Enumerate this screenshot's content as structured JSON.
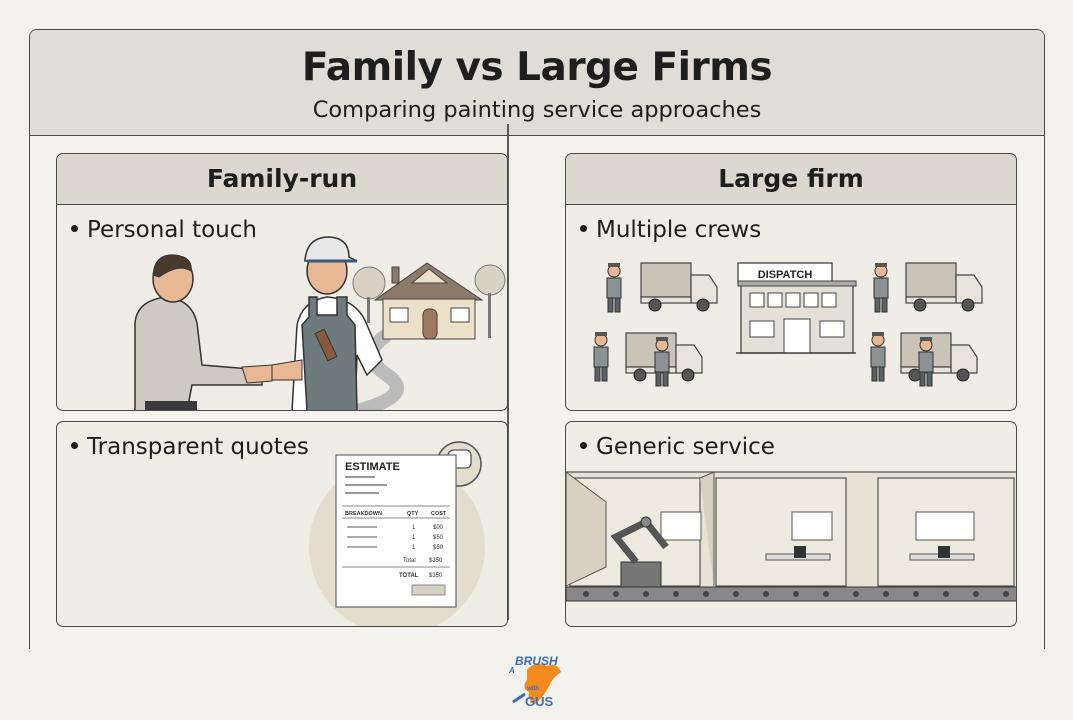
{
  "header": {
    "title": "Family vs Large Firms",
    "subtitle": "Comparing painting service approaches"
  },
  "left": {
    "heading": "Family-run",
    "panel1_label": "Personal touch",
    "panel2_label": "Transparent quotes",
    "estimate": {
      "title": "ESTIMATE",
      "col_item": "BREAKDOWN",
      "col_qty": "QTY",
      "col_cost": "COST",
      "rows": [
        {
          "qty": "1",
          "cost": "$00"
        },
        {
          "qty": "1",
          "cost": "$50"
        },
        {
          "qty": "1",
          "cost": "$50"
        }
      ],
      "total_label": "Total",
      "total_value": "$350",
      "grand_label": "TOTAL",
      "grand_value": "$350"
    }
  },
  "right": {
    "heading": "Large firm",
    "panel1_label": "Multiple crews",
    "panel2_label": "Generic service",
    "dispatch_sign": "DISPATCH"
  },
  "logo": {
    "line1": "BRUSH",
    "line2": "with",
    "line3": "GUS",
    "prefix": "A"
  },
  "colors": {
    "header_bg": "#e0ddd6",
    "panel_bg": "#f0ede6",
    "outline": "#4a4a4a",
    "logo_blue": "#3a6fb8",
    "logo_orange": "#f28a1e"
  }
}
